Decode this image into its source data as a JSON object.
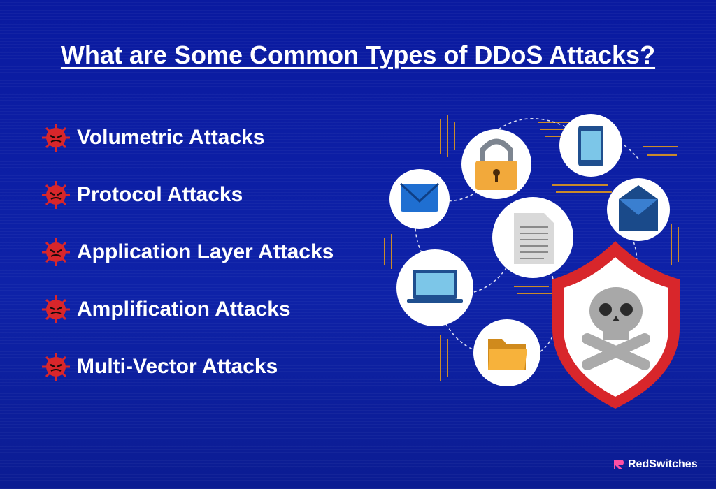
{
  "title": "What are Some Common Types of DDoS Attacks?",
  "attacks": [
    {
      "label": "Volumetric Attacks",
      "icon": "virus-icon"
    },
    {
      "label": "Protocol Attacks",
      "icon": "virus-icon"
    },
    {
      "label": "Application Layer Attacks",
      "icon": "virus-icon"
    },
    {
      "label": "Amplification Attacks",
      "icon": "virus-icon"
    },
    {
      "label": "Multi-Vector Attacks",
      "icon": "virus-icon"
    }
  ],
  "illustration": {
    "icons": [
      "envelope-icon",
      "padlock-icon",
      "tablet-icon",
      "open-envelope-icon",
      "document-icon",
      "laptop-icon",
      "folder-icon",
      "skull-shield-icon"
    ]
  },
  "brand": {
    "name": "RedSwitches"
  },
  "colors": {
    "background": "#0d1f9e",
    "accent": "#d8262b",
    "circuit": "#c98a2a"
  }
}
